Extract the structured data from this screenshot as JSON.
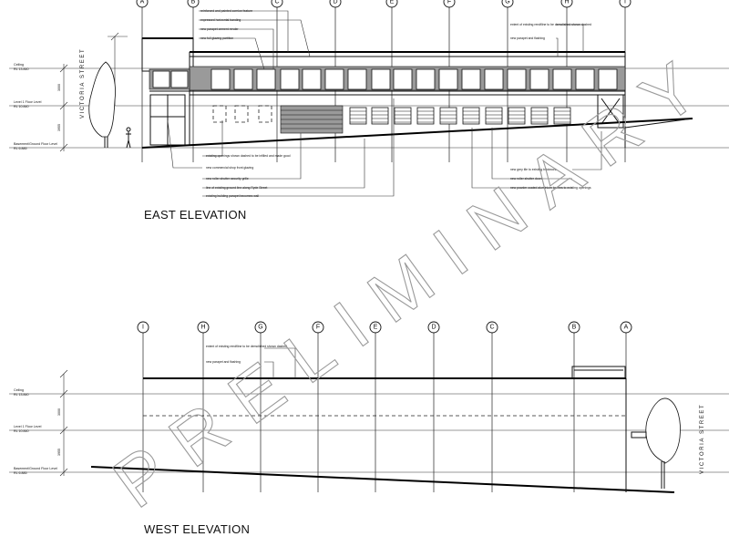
{
  "east_elevation": {
    "title": "EAST ELEVATION",
    "grid_labels": [
      "A",
      "B",
      "C",
      "D",
      "E",
      "F",
      "G",
      "H",
      "I"
    ],
    "levels": [
      {
        "name": "Ceiling",
        "rl": "RL 13.840"
      },
      {
        "name": "Level 1 Floor Level",
        "rl": "RL 10.840"
      },
      {
        "name": "Basement/Ground Floor Level",
        "rl": "RL 6.885"
      }
    ],
    "dimensions": [
      "3000",
      "3955"
    ],
    "street_label": "VICTORIA STREET",
    "notes_top": [
      "reinforced and painted cornice feature",
      "expressed horizontal banding",
      "new parapet cement render",
      "new full glazing partition"
    ],
    "notes_top_right": [
      "extent of existing rendfline to be demolished shown dashed",
      "new parapet and flashing"
    ],
    "notes_bottom_left": [
      "existing openings shown dashed to be infilled and made good",
      "new commercial shop front glazing",
      "new roller shutter security grille",
      "line of existing ground line along Ryde Street",
      "existing building parapet becomes wall"
    ],
    "notes_bottom_right": [
      "new grey tile to existing brickwork",
      "new roller shutter doors",
      "new powder coated aluminium louvres to existing openings"
    ]
  },
  "west_elevation": {
    "title": "WEST ELEVATION",
    "grid_labels": [
      "I",
      "H",
      "G",
      "F",
      "E",
      "D",
      "C",
      "B",
      "A"
    ],
    "levels": [
      {
        "name": "Ceiling",
        "rl": "RL 13.840"
      },
      {
        "name": "Level 1 Floor Level",
        "rl": "RL 10.840"
      },
      {
        "name": "Basement/Ground Floor Level",
        "rl": "RL 6.885"
      }
    ],
    "dimensions": [
      "3000",
      "3955"
    ],
    "street_label": "VICTORIA STREET",
    "notes": [
      "extent of existing rendfline to be demolished shown dashed",
      "new parapet and flashing"
    ]
  },
  "watermark": "PRELIMINARY"
}
